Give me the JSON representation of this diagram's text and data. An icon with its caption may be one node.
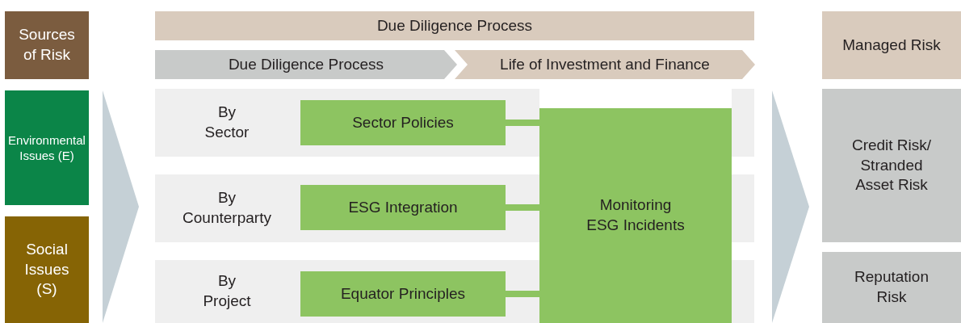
{
  "diagram": {
    "nodes": [
      {
        "text": [
          "Sources of Risk"
        ]
      },
      {
        "text": [
          "Environmental Issues (E)"
        ]
      },
      {
        "text": [
          "Social Issues (S)"
        ]
      },
      {
        "text": [
          "Due Diligence Process"
        ]
      },
      {
        "text": [
          "Due Diligence Process"
        ]
      },
      {
        "text": [
          "Life of Investment and Finance"
        ]
      },
      {
        "text": [
          "By Sector"
        ]
      },
      {
        "text": [
          "Sector Policies"
        ],
        "in": 6
      },
      {
        "text": [
          "By Counterparty"
        ]
      },
      {
        "text": [
          "ESG Integration"
        ],
        "in": 8
      },
      {
        "text": [
          "By Project"
        ]
      },
      {
        "text": [
          "Equator Principles"
        ],
        "in": 10
      },
      {
        "text": [
          "Monitoring ESG Incidents"
        ]
      },
      {
        "text": [
          "Managed Risk"
        ]
      },
      {
        "text": [
          "Credit Risk/ Stranded Asset Risk"
        ]
      },
      {
        "text": [
          "Reputation Risk"
        ]
      }
    ],
    "edges": [
      {
        "from": 7,
        "to": 12,
        "arrow": "none"
      },
      {
        "from": 9,
        "to": 12,
        "arrow": "none"
      },
      {
        "from": 11,
        "to": 12,
        "arrow": "none"
      }
    ]
  }
}
